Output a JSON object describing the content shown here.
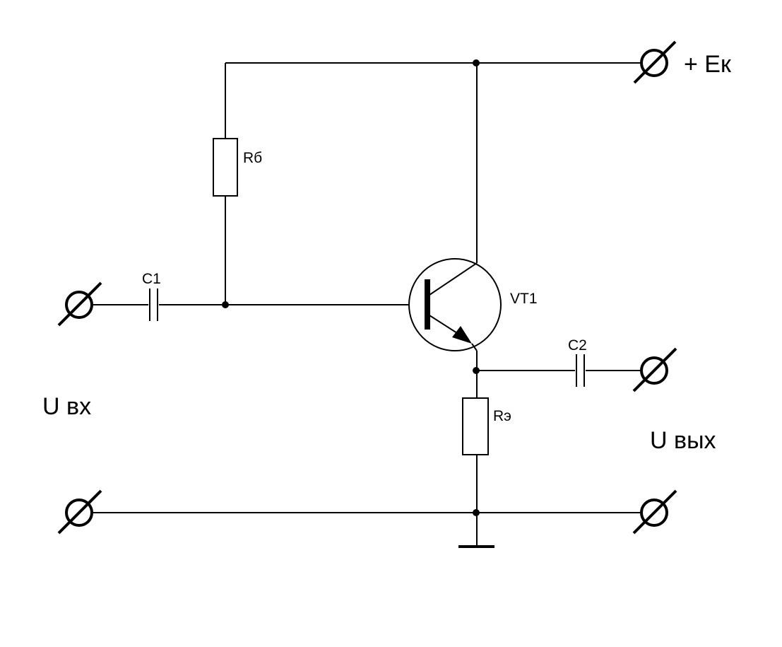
{
  "labels": {
    "supply": "+ Eк",
    "base_resistor": "Rб",
    "emitter_resistor": "Rэ",
    "input_capacitor": "C1",
    "output_capacitor": "C2",
    "transistor": "VT1",
    "input_voltage": "U вх",
    "output_voltage": "U вых"
  }
}
